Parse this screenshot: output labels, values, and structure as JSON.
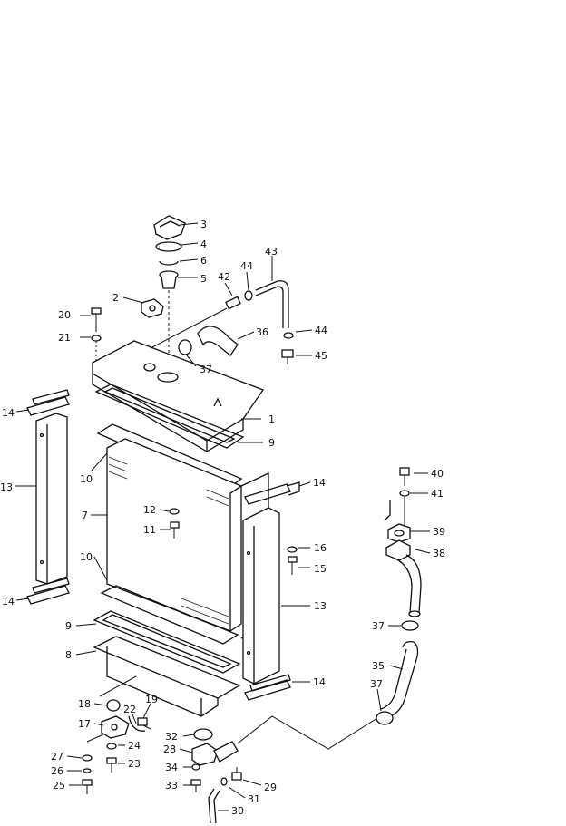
{
  "diagram": {
    "callouts": [
      {
        "id": "c1",
        "text": "1"
      },
      {
        "id": "c2",
        "text": "2"
      },
      {
        "id": "c3",
        "text": "3"
      },
      {
        "id": "c4",
        "text": "4"
      },
      {
        "id": "c5",
        "text": "5"
      },
      {
        "id": "c6",
        "text": "6"
      },
      {
        "id": "c7",
        "text": "7"
      },
      {
        "id": "c8",
        "text": "8"
      },
      {
        "id": "c9a",
        "text": "9"
      },
      {
        "id": "c9b",
        "text": "9"
      },
      {
        "id": "c10a",
        "text": "10"
      },
      {
        "id": "c10b",
        "text": "10"
      },
      {
        "id": "c11",
        "text": "11"
      },
      {
        "id": "c12",
        "text": "12"
      },
      {
        "id": "c13a",
        "text": "13"
      },
      {
        "id": "c13b",
        "text": "13"
      },
      {
        "id": "c14a",
        "text": "14"
      },
      {
        "id": "c14b",
        "text": "14"
      },
      {
        "id": "c14c",
        "text": "14"
      },
      {
        "id": "c14d",
        "text": "14"
      },
      {
        "id": "c15",
        "text": "15"
      },
      {
        "id": "c16",
        "text": "16"
      },
      {
        "id": "c17",
        "text": "17"
      },
      {
        "id": "c18",
        "text": "18"
      },
      {
        "id": "c19",
        "text": "19"
      },
      {
        "id": "c20",
        "text": "20"
      },
      {
        "id": "c21",
        "text": "21"
      },
      {
        "id": "c22",
        "text": "22"
      },
      {
        "id": "c23",
        "text": "23"
      },
      {
        "id": "c24",
        "text": "24"
      },
      {
        "id": "c25",
        "text": "25"
      },
      {
        "id": "c26",
        "text": "26"
      },
      {
        "id": "c27",
        "text": "27"
      },
      {
        "id": "c28",
        "text": "28"
      },
      {
        "id": "c29",
        "text": "29"
      },
      {
        "id": "c30",
        "text": "30"
      },
      {
        "id": "c31",
        "text": "31"
      },
      {
        "id": "c32",
        "text": "32"
      },
      {
        "id": "c33",
        "text": "33"
      },
      {
        "id": "c34",
        "text": "34"
      },
      {
        "id": "c35",
        "text": "35"
      },
      {
        "id": "c36",
        "text": "36"
      },
      {
        "id": "c37a",
        "text": "37"
      },
      {
        "id": "c37b",
        "text": "37"
      },
      {
        "id": "c37c",
        "text": "37"
      },
      {
        "id": "c38",
        "text": "38"
      },
      {
        "id": "c39",
        "text": "39"
      },
      {
        "id": "c40",
        "text": "40"
      },
      {
        "id": "c41",
        "text": "41"
      },
      {
        "id": "c42",
        "text": "42"
      },
      {
        "id": "c43",
        "text": "43"
      },
      {
        "id": "c44a",
        "text": "44"
      },
      {
        "id": "c44b",
        "text": "44"
      },
      {
        "id": "c45",
        "text": "45"
      }
    ]
  }
}
